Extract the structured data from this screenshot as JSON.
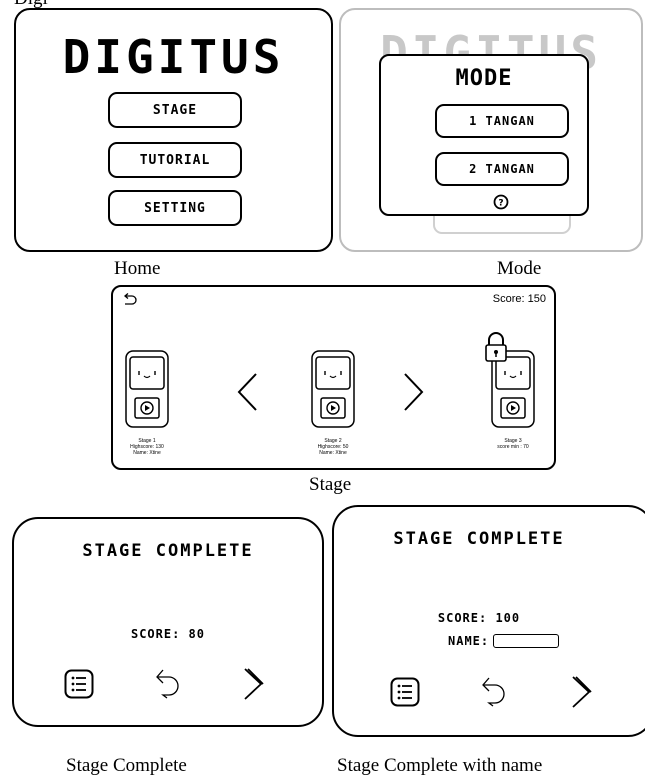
{
  "top_partial_text": "Digi",
  "home": {
    "logo": "DIGITUS",
    "buttons": [
      "Stage",
      "Tutorial",
      "Setting"
    ],
    "caption": "Home"
  },
  "mode": {
    "bg_logo": "DIGITUS",
    "title": "Mode",
    "options": [
      "1 tangan",
      "2 tangan"
    ],
    "help_icon": "question-circle-icon",
    "caption": "Mode"
  },
  "stage": {
    "score": "Score: 150",
    "back_icon": "back-arrow-icon",
    "cards": [
      {
        "line1": "Stage 1",
        "line2": "Highscore: 130",
        "line3": "Name: Xtine"
      },
      {
        "line1": "Stage 2",
        "line2": "Highscore: 50",
        "line3": "Name: Xtine"
      },
      {
        "line1": "Stage 3",
        "line2": "score min : 70",
        "line3": "",
        "locked": true
      }
    ],
    "caption": "Stage"
  },
  "complete": {
    "title": "Stage Complete",
    "score": "Score: 80",
    "icons": [
      "list-icon",
      "replay-arrow-icon",
      "next-chevron-icon"
    ],
    "caption": "Stage Complete"
  },
  "complete_name": {
    "title": "Stage Complete",
    "score": "Score: 100",
    "name_label": "Name:",
    "name_value": "",
    "icons": [
      "list-icon",
      "replay-arrow-icon",
      "next-chevron-icon"
    ],
    "caption": "Stage Complete with name"
  }
}
